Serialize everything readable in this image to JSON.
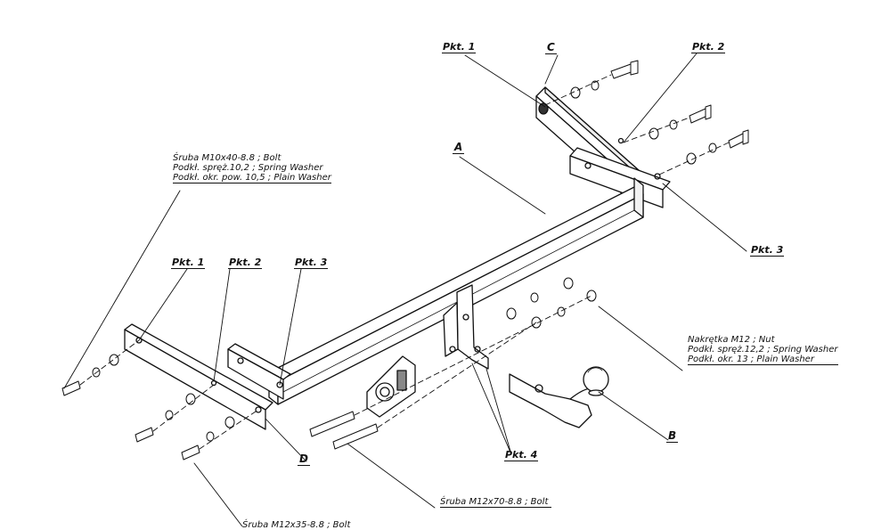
{
  "labels": {
    "pkt1_top": "Pkt. 1",
    "pkt2_top": "Pkt. 2",
    "pkt3_right": "Pkt. 3",
    "pkt1_left": "Pkt. 1",
    "pkt2_left": "Pkt. 2",
    "pkt3_left": "Pkt. 3",
    "pkt4": "Pkt. 4",
    "A": "A",
    "B": "B",
    "C": "C",
    "D": "D"
  },
  "notes": {
    "bolt_m10": [
      "Śruba M10x40-8.8 ;  Bolt",
      "Podkł. spręż.10,2 ; Spring Washer",
      "Podkł. okr. pow. 10,5 ; Plain Washer"
    ],
    "nut_m12": [
      "Nakrętka  M12 ; Nut",
      "Podkł. spręż.12,2 ; Spring Washer",
      "Podkł. okr. 13 ; Plain Washer"
    ],
    "bolt_m12x70": "Śruba M12x70-8.8 ;  Bolt",
    "bolt_m12x35": "Śruba M12x35-8.8 ;  Bolt"
  }
}
